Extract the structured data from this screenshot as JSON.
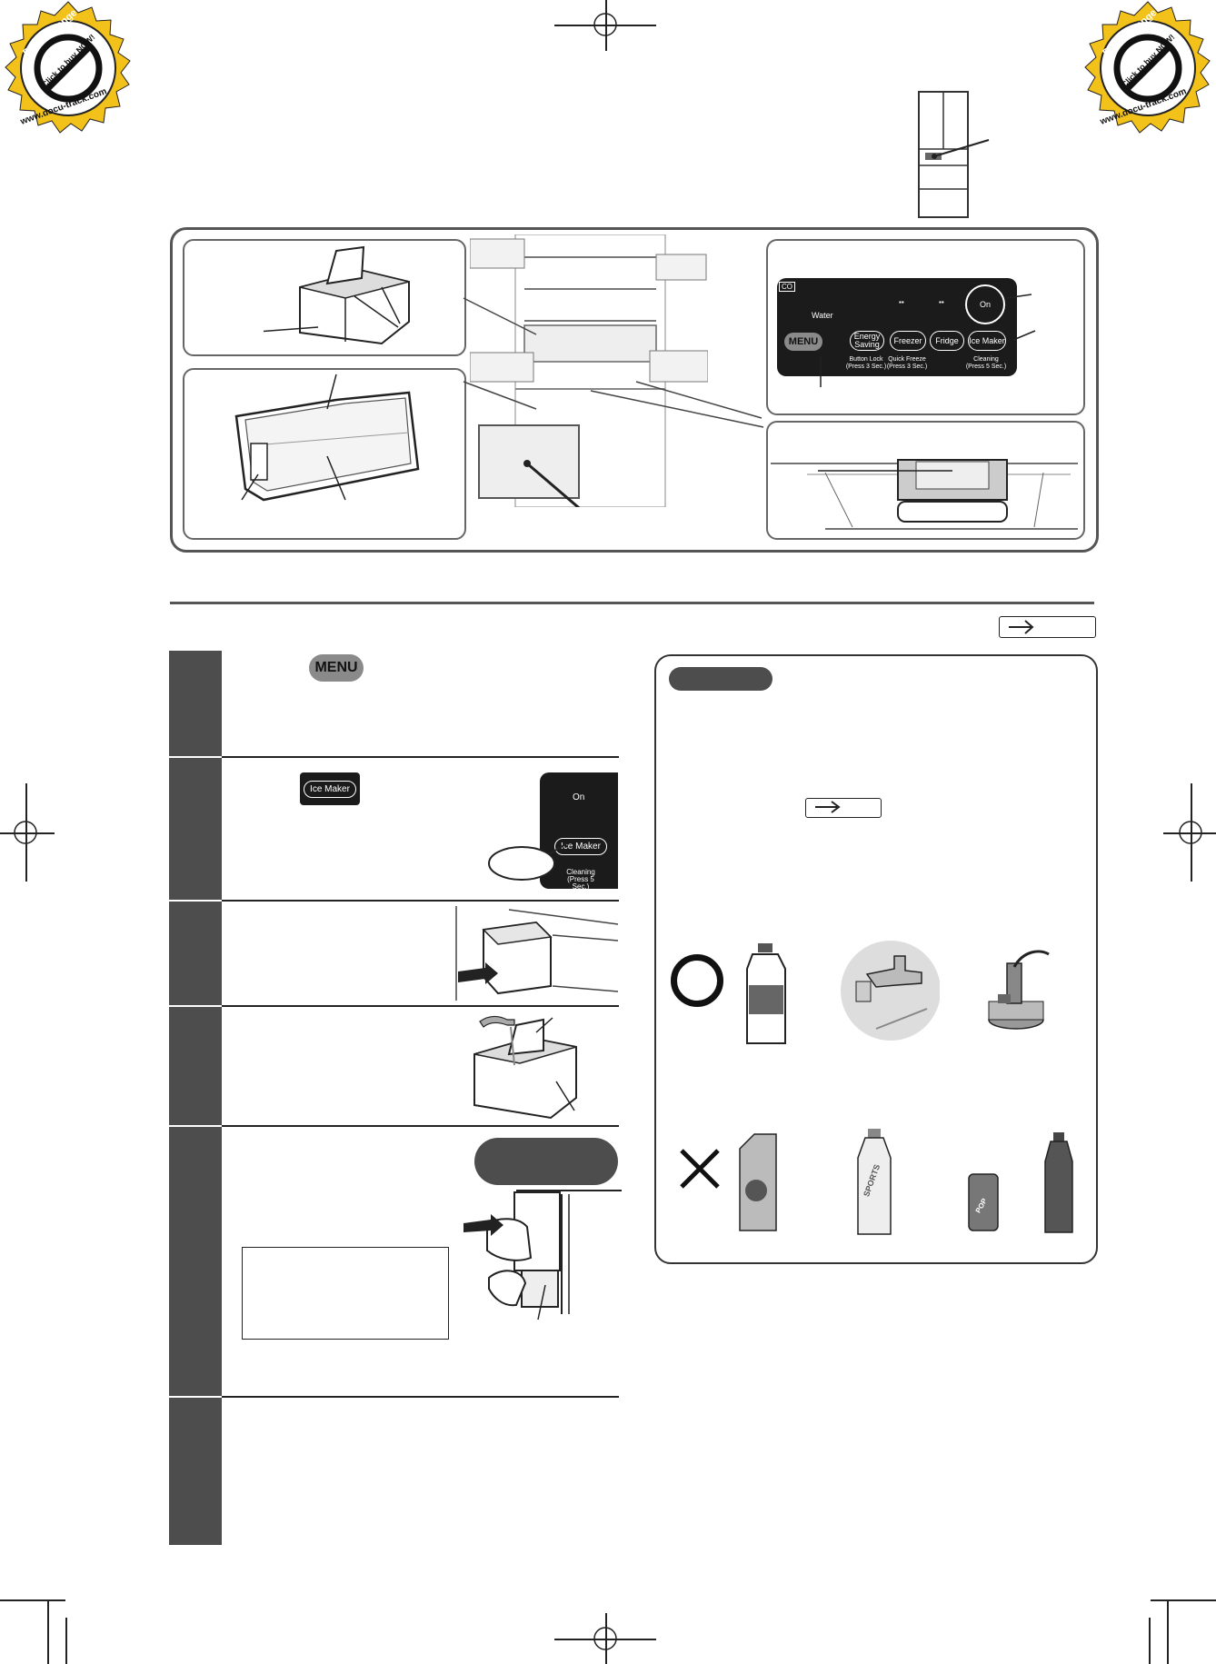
{
  "badge": {
    "line1": "PDF-XChange Viewer",
    "line2": "Click to buy NOW!",
    "line3": "www.docu-track.com"
  },
  "panel": {
    "water_label": "Water",
    "menu_label": "MENU",
    "on_label": "On",
    "buttons": [
      {
        "label": "Energy Saving",
        "sub": "Button Lock (Press 3 Sec.)"
      },
      {
        "label": "Freezer",
        "sub": "Quick Freeze (Press 3 Sec.)"
      },
      {
        "label": "Fridge",
        "sub": ""
      },
      {
        "label": "Ice Maker",
        "sub": "Cleaning (Press 5 Sec.)"
      }
    ],
    "co_label": "CO"
  },
  "steps": {
    "step1_button": "MENU",
    "step2_button": "Ice Maker",
    "step2_panel_on": "On",
    "step2_panel_btn": "Ice Maker",
    "step2_panel_sub": "Cleaning (Press 5 Sec.)"
  },
  "water_panel": {
    "ok_symbol": "O",
    "ng_symbol": "✕",
    "bottle_label": "SPORTS",
    "can_label": "POP"
  },
  "colors": {
    "dark": "#4d4d4d",
    "panel_bg": "#1b1b1b",
    "badge": "#f2c21a"
  }
}
